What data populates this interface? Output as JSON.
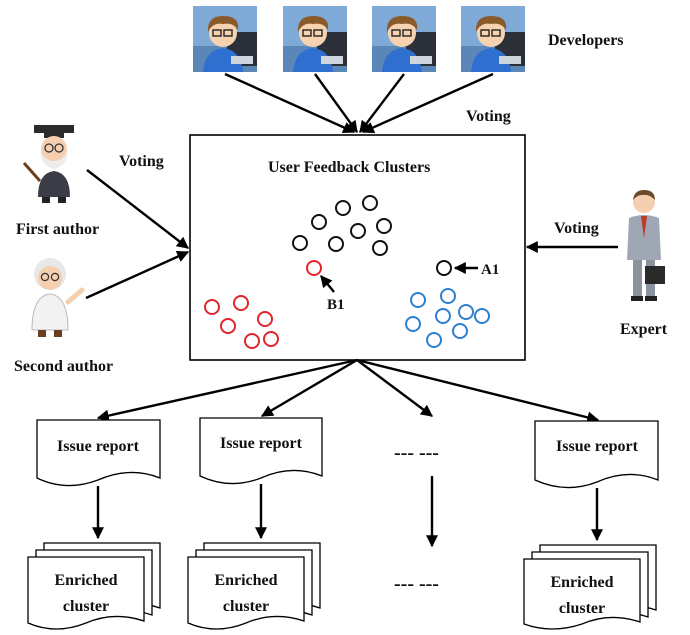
{
  "labels": {
    "developers": "Developers",
    "voting_developers": "Voting",
    "voting_authors": "Voting",
    "voting_expert": "Voting",
    "first_author": "First author",
    "second_author": "Second author",
    "expert": "Expert",
    "clusters_title": "User Feedback Clusters",
    "point_a1": "A1",
    "point_b1": "B1",
    "ellipsis_top": "--- ---",
    "ellipsis_bottom": "--- ---"
  },
  "issue_reports": [
    "Issue report",
    "Issue report",
    "Issue report"
  ],
  "enriched_clusters": [
    {
      "line1": "Enriched",
      "line2": "cluster"
    },
    {
      "line1": "Enriched",
      "line2": "cluster"
    },
    {
      "line1": "Enriched",
      "line2": "cluster"
    }
  ],
  "colors": {
    "black_cluster": "#111111",
    "red_cluster": "#e0262b",
    "blue_cluster": "#2f7fd0",
    "developer_shirt": "#2f6fd0",
    "developer_bg": "#7fa9d6",
    "expert_suit": "#9ea7b3"
  },
  "icons": {
    "developer": "developer-icon",
    "first_author": "professor-icon",
    "second_author": "scientist-icon",
    "expert": "businessman-icon"
  }
}
